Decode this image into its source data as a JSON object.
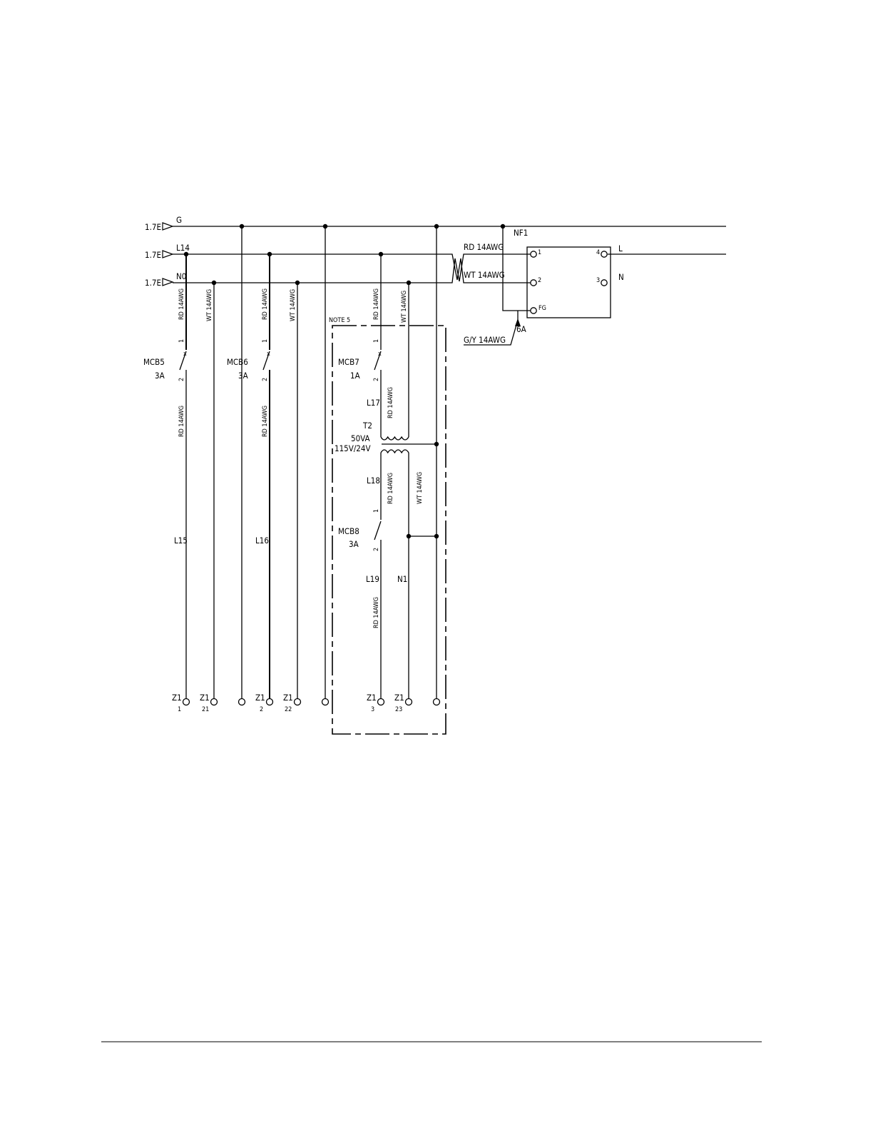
{
  "buses": {
    "ground": {
      "ref": "1.7E",
      "name": "G"
    },
    "line": {
      "ref": "1.7E",
      "name": "L14"
    },
    "neutral": {
      "ref": "1.7E",
      "name": "N0"
    }
  },
  "wires": {
    "rd": "RD 14AWG",
    "wt": "WT 14AWG",
    "gy": "G/Y 14AWG"
  },
  "breakers": {
    "mcb5": {
      "name": "MCB5",
      "rating": "3A",
      "pin1": "1",
      "pin2": "2",
      "load_wire": "L15"
    },
    "mcb6": {
      "name": "MCB6",
      "rating": "3A",
      "pin1": "1",
      "pin2": "2",
      "load_wire": "L16"
    },
    "mcb7": {
      "name": "MCB7",
      "rating": "1A",
      "pin1": "1",
      "pin2": "2",
      "load_wire": "L17"
    },
    "mcb8": {
      "name": "MCB8",
      "rating": "3A",
      "pin1": "1",
      "pin2": "2",
      "in_wire": "L18",
      "load_wire": "L19"
    }
  },
  "transformer": {
    "name": "T2",
    "power": "50VA",
    "voltage": "115V/24V"
  },
  "neutral_out": "N1",
  "note": "NOTE 5",
  "filter": {
    "name": "NF1",
    "fuse": "6A",
    "pin1": "1",
    "pin2": "2",
    "pin3": "3",
    "pin4": "4",
    "pin_fg": "FG",
    "out_l": "L",
    "out_n": "N"
  },
  "terminals": [
    {
      "block": "Z1",
      "num": "1"
    },
    {
      "block": "Z1",
      "num": "21"
    },
    {
      "block": "Z1",
      "num": "2"
    },
    {
      "block": "Z1",
      "num": "22"
    },
    {
      "block": "Z1",
      "num": "3"
    },
    {
      "block": "Z1",
      "num": "23"
    }
  ]
}
